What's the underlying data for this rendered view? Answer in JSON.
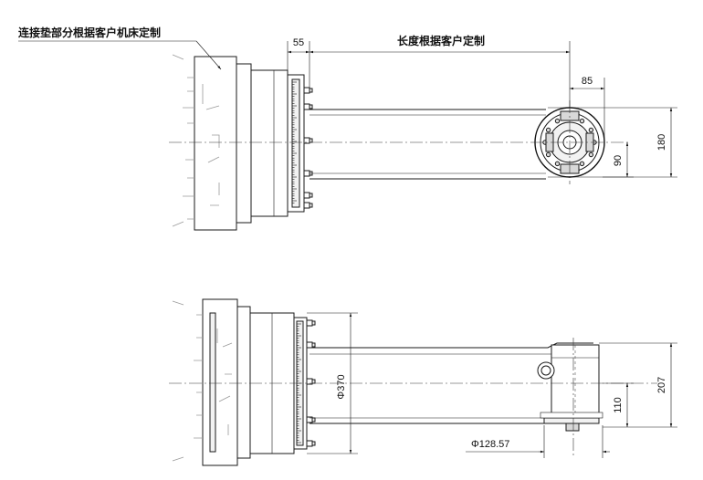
{
  "annotations": {
    "note_flange": "连接垫部分根据客户机床定制",
    "note_length": "长度根据客户定制",
    "dim_55": "55",
    "dim_85": "85",
    "dim_180": "180",
    "dim_90": "90",
    "dim_phi370": "Φ370",
    "dim_207": "207",
    "dim_110": "110",
    "dim_phi128": "Φ128.57"
  }
}
